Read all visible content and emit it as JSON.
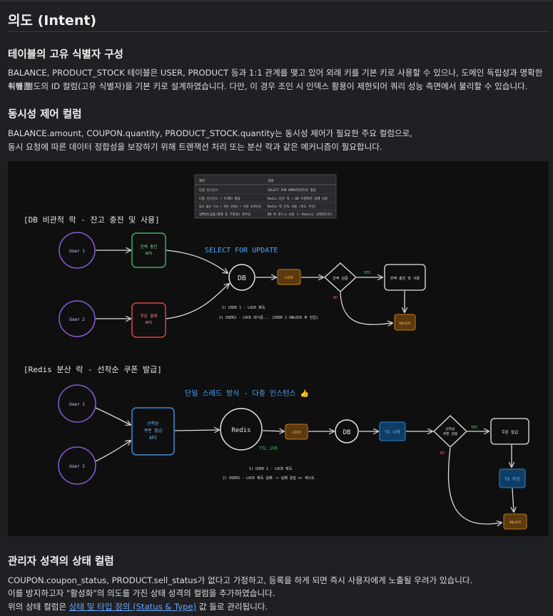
{
  "title": "의도 (Intent)",
  "sections": {
    "pk": {
      "heading": "테이블의 고유 식별자 구성",
      "line1": "BALANCE, PRODUCT_STOCK 테이블은 USER, PRODUCT 등과 1:1 관계를 맺고 있어 외래 키를 기본 키로 사용할 수 있으나, 도메인 독립성과 명확한 식별을",
      "line2": "위해 별도의 ID 컬럼(고유 식별자)을 기본 키로 설계하였습니다. 다만, 이 경우 조인 시 인덱스 활용이 제한되어 쿼리 성능 측면에서 불리할 수 있습니다."
    },
    "concurrency": {
      "heading": "동시성 제어 컬럼",
      "line1": "BALANCE.amount, COUPON.quantity, PRODUCT_STOCK.quantity는 동시성 제어가 필요한 주요 컬럼으로,",
      "line2": "동시 요청에 따른 데이터 정합성을 보장하기 위해 트랜잭션 처리 또는 분산 락과 같은 메커니즘이 필요합니다."
    },
    "status": {
      "heading": "관리자 성격의 상태 컬럼",
      "line1": "COUPON.coupon_status, PRODUCT.sell_status가 없다고 가정하고, 등록을 하게 되면 즉시 사용자에게 노출될 우려가 있습니다.",
      "line2": "이를 방지하고자 \"활성화\"의 의도를 가진 상태 성격의 컬럼을 추가하였습니다.",
      "line3_prefix": "위의 상태 컬럼은 ",
      "line3_link": "상태 및 타입 정의 (Status & Type)",
      "line3_suffix": " 값 들로 관리됩니다."
    }
  },
  "diagram": {
    "table": {
      "headers": [
        "패턴",
        "설명"
      ],
      "rows": [
        [
          "단일 인스턴스",
          "SELECT FOR UPDATE만으로 충분"
        ],
        [
          "다중 인스턴스 + 트래픽 많음",
          "Redis 분산 락 + DB 트랜잭션 함께 사용"
        ],
        [
          "읽기 많은 구조 / 쿠폰 선착순 / 한정 프로모션",
          "Redis 락 단독 사용 (속도 우선)"
        ],
        [
          "정확성(금융/결제 등 무결성) 최우선",
          "DB 락 반드시 사용 (+ Redis는 선택적으로)"
        ]
      ]
    },
    "db_lock": {
      "title": "[DB 비관적 락 - 잔고 충전 및 사용]",
      "user1": "User 1",
      "user2": "User 2",
      "api1_l1": "잔액 충전",
      "api1_l2": "API",
      "api2_l1": "주문 결제",
      "api2_l2": "API",
      "mode": "SELECT FOR UPDATE",
      "db": "DB",
      "lock": "LOCK",
      "check": "잔액 검증",
      "yes": "YES",
      "no": "NO",
      "action": "잔액 충전 및 사용",
      "unlock": "UNLOCK",
      "note1": "1) USER 1 - LOCK 획득",
      "note2": "2) USER2 - LOCK 대기중... (USER 1 UNLOCK 후 진입)"
    },
    "redis_lock": {
      "title": "[Redis 분산 락 - 선착순 쿠폰 발급]",
      "user1": "User 1",
      "user2": "User 2",
      "api_l1": "선착순",
      "api_l2": "쿠폰 발급",
      "api_l3": "API",
      "mode": "단일 스레드 방식 - 다중 인스턴스 👍",
      "redis": "Redis",
      "ttl": "TTL 고려",
      "lock": "LOCK",
      "db": "DB",
      "tx_start": "TX 시작",
      "check_l1": "선착순",
      "check_l2": "쿠폰 검증",
      "yes": "YES",
      "no": "NO",
      "issue": "쿠폰 발급",
      "tx_commit": "TX 커밋",
      "unlock": "UNLOCK",
      "note1": "1) USER 1 - LOCK 획득",
      "note2": "2) USER2 - LOCK 획득 실패 -> 실패 응답 or 재시도"
    }
  }
}
